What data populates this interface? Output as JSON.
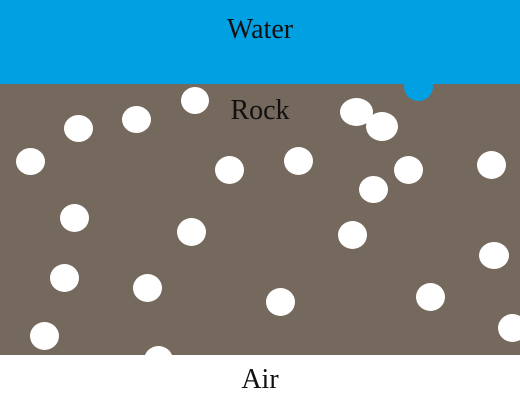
{
  "layers": {
    "water": {
      "label": "Water",
      "color": "#00a0e2"
    },
    "rock": {
      "label": "Rock",
      "color": "#75685c"
    },
    "air": {
      "label": "Air",
      "color": "#ffffff"
    }
  },
  "pore_color": "#ffffff",
  "droplet_color": "#00a0e2",
  "label_color": "#111111"
}
